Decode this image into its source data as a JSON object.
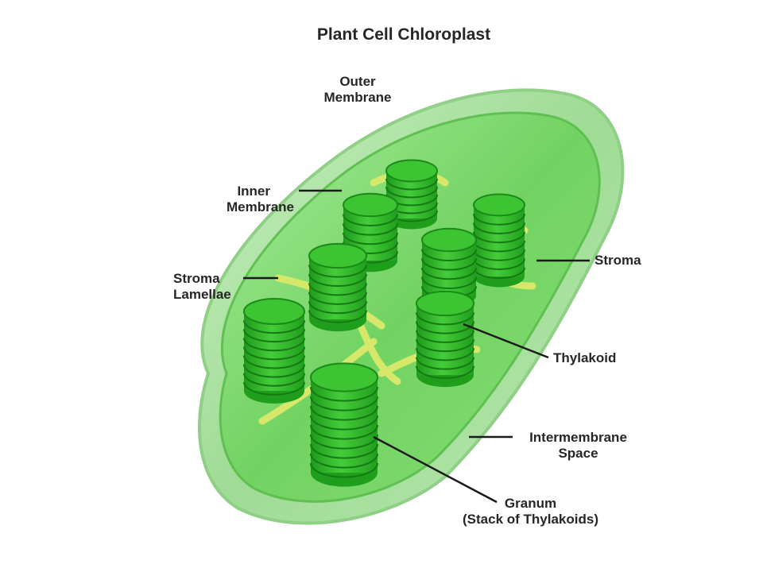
{
  "title": "Plant Cell Chloroplast",
  "labels": {
    "outer_membrane": [
      "Outer",
      "Membrane"
    ],
    "inner_membrane": [
      "Inner",
      "Membrane"
    ],
    "stroma_lamellae": [
      "Stroma",
      "Lamellae"
    ],
    "stroma": "Stroma",
    "thylakoid": "Thylakoid",
    "intermembrane_space": [
      "Intermembrane",
      "Space"
    ],
    "granum": [
      "Granum",
      "(Stack of Thylakoids)"
    ]
  },
  "colors": {
    "outer_membrane": "#a8e0a0",
    "inner_body": "#6fd35f",
    "granum": "#2fb52a",
    "lamellae": "#d6e86a",
    "leader_line": "#1a1a1a"
  }
}
